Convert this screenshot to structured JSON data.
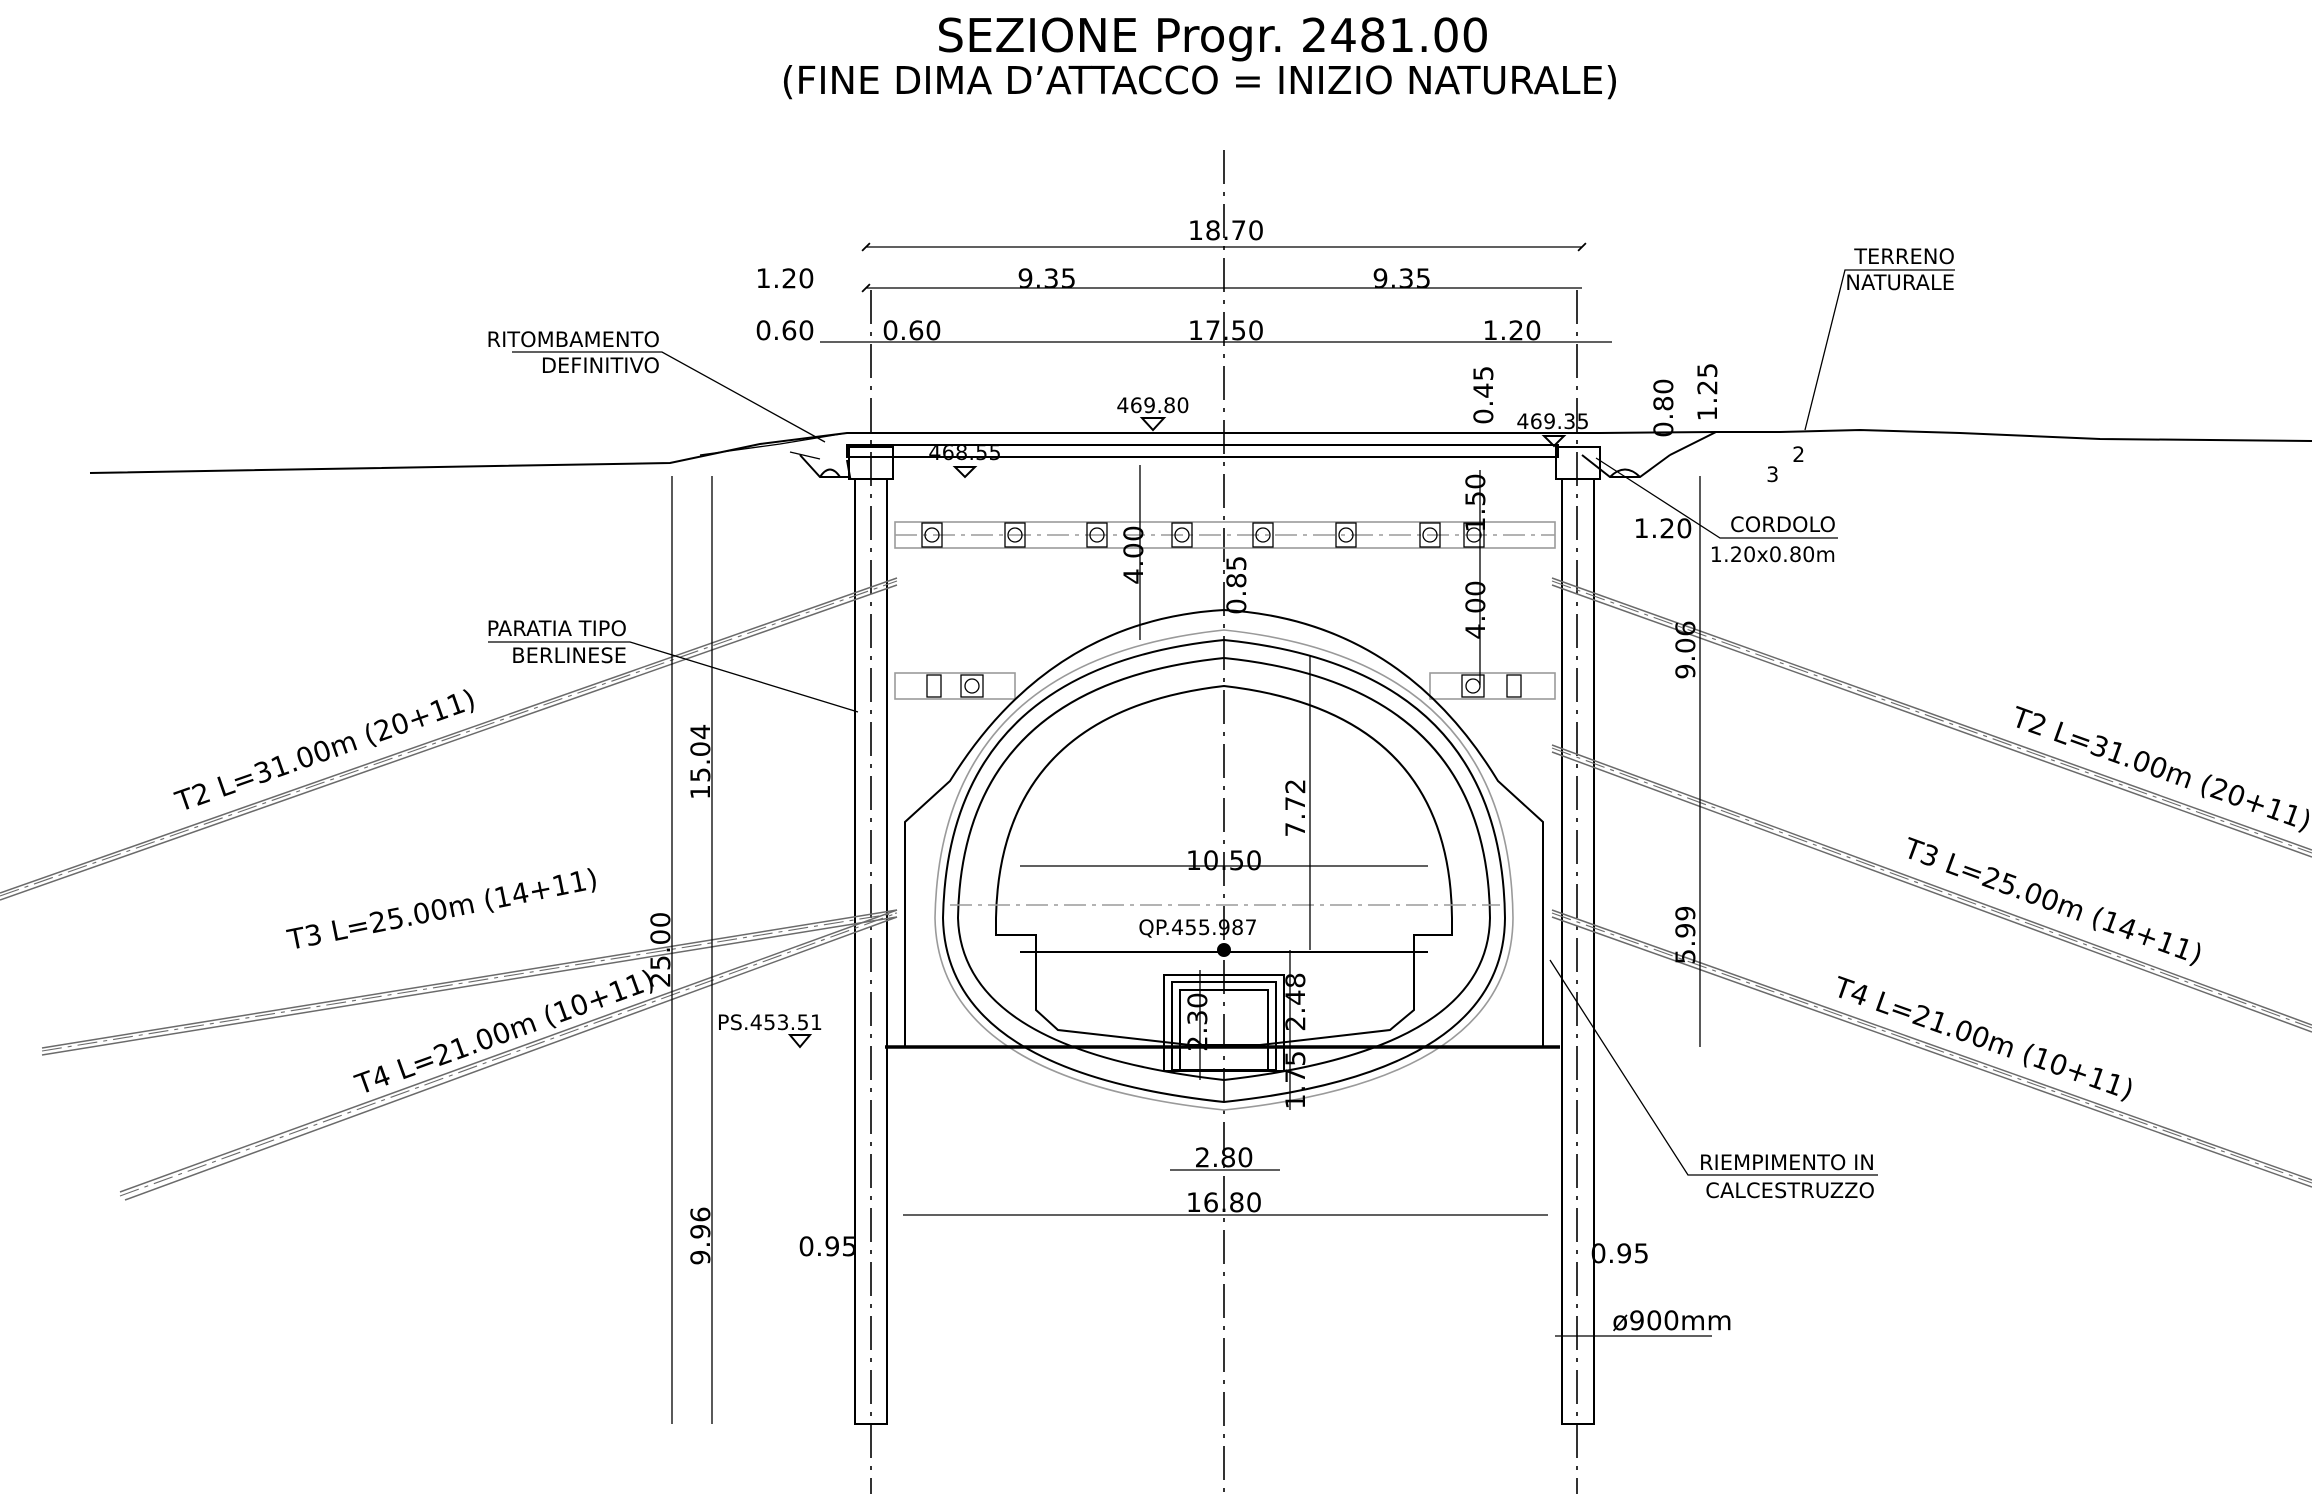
{
  "title": "SEZIONE Progr. 2481.00",
  "subtitle": "(FINE DIMA D’ATTACCO = INIZIO NATURALE)",
  "dimensions": {
    "total_width": "18.70",
    "half_left": "9.35",
    "half_right": "9.35",
    "top_left_1": "1.20",
    "top_left_2": "0.60",
    "top_left_3": "0.60",
    "inner_width": "17.50",
    "top_right": "1.20",
    "right_045": "0.45",
    "right_080": "0.80",
    "right_125": "1.25",
    "right_150": "1.50",
    "right_120b": "1.20",
    "right_400": "4.00",
    "right_906": "9.06",
    "right_599": "5.99",
    "center_400": "4.00",
    "center_085": "0.85",
    "h_772": "7.72",
    "w_1050": "10.50",
    "h_230": "2.30",
    "h_248": "2.48",
    "h_175": "1.75",
    "w_280": "2.80",
    "w_1680": "16.80",
    "left_1504": "15.04",
    "left_2500": "25.00",
    "left_996": "9.96",
    "left_095": "0.95",
    "right_095": "0.95"
  },
  "levels": {
    "l_46980": "469.80",
    "l_46935": "469.35",
    "l_46855": "468.55",
    "qp": "QP.455.987",
    "ps": "PS.453.51"
  },
  "labels": {
    "terreno_1": "TERRENO",
    "terreno_2": "NATURALE",
    "ritombamento_1": "RITOMBAMENTO",
    "ritombamento_2": "DEFINITIVO",
    "cordolo_1": "CORDOLO",
    "cordolo_2": "1.20x0.80m",
    "paratia_1": "PARATIA TIPO",
    "paratia_2": "BERLINESE",
    "riempimento_1": "RIEMPIMENTO IN",
    "riempimento_2": "CALCESTRUZZO",
    "diameter": "ø900mm",
    "slope_2": "2",
    "slope_3": "3"
  },
  "anchors": {
    "left_t2": "T2 L=31.00m (20+11)",
    "left_t3": "T3 L=25.00m (14+11)",
    "left_t4": "T4 L=21.00m (10+11)",
    "right_t2": "T2 L=31.00m (20+11)",
    "right_t3": "T3 L=25.00m (14+11)",
    "right_t4": "T4 L=21.00m (10+11)"
  }
}
